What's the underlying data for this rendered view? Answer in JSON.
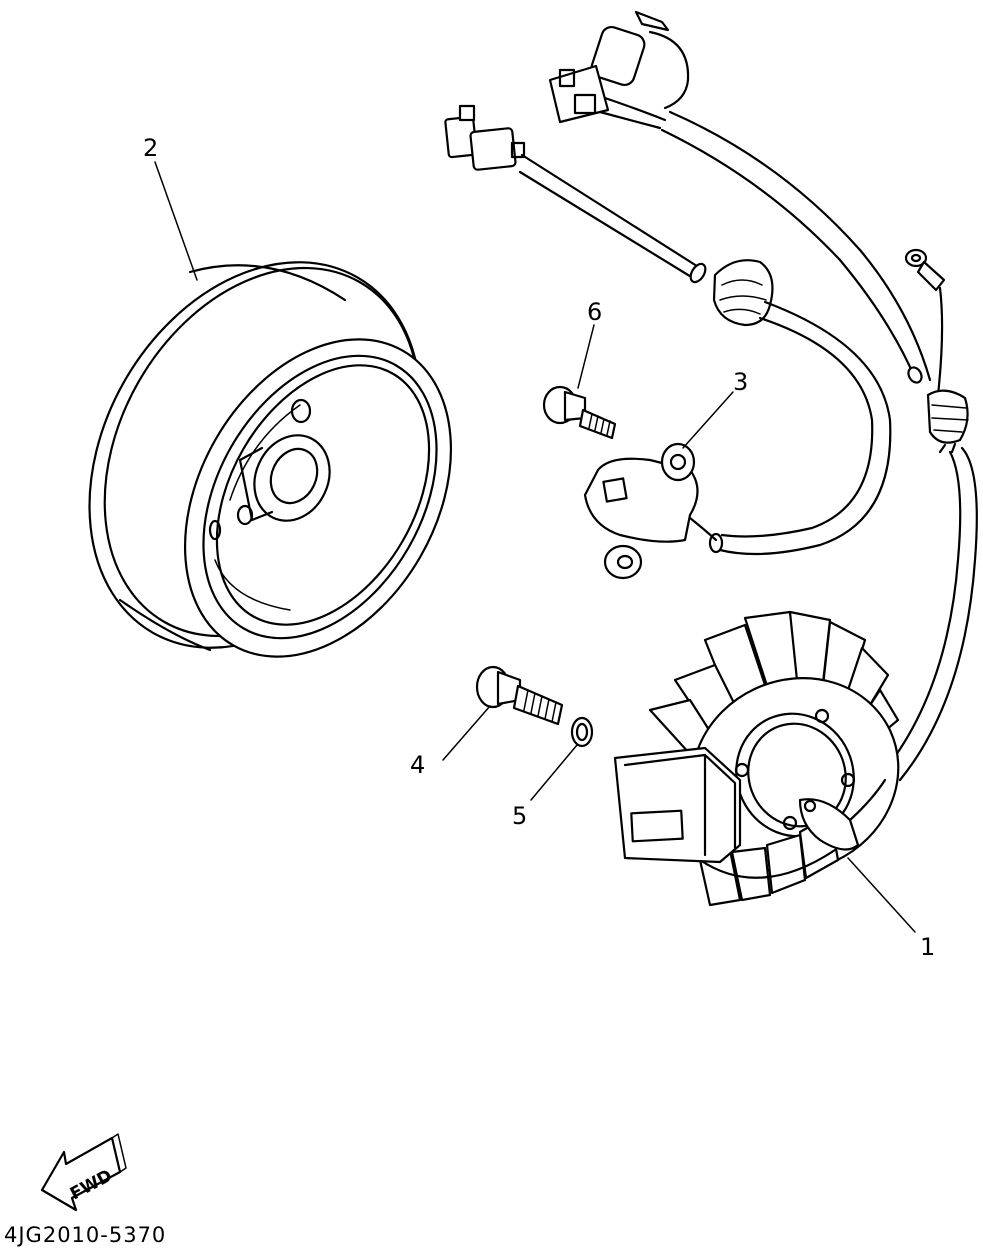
{
  "callouts": {
    "c1": "1",
    "c2": "2",
    "c3": "3",
    "c4": "4",
    "c5": "5",
    "c6": "6"
  },
  "forward_arrow": {
    "label": "FWD"
  },
  "drawing_code": "4JG2010-5370"
}
